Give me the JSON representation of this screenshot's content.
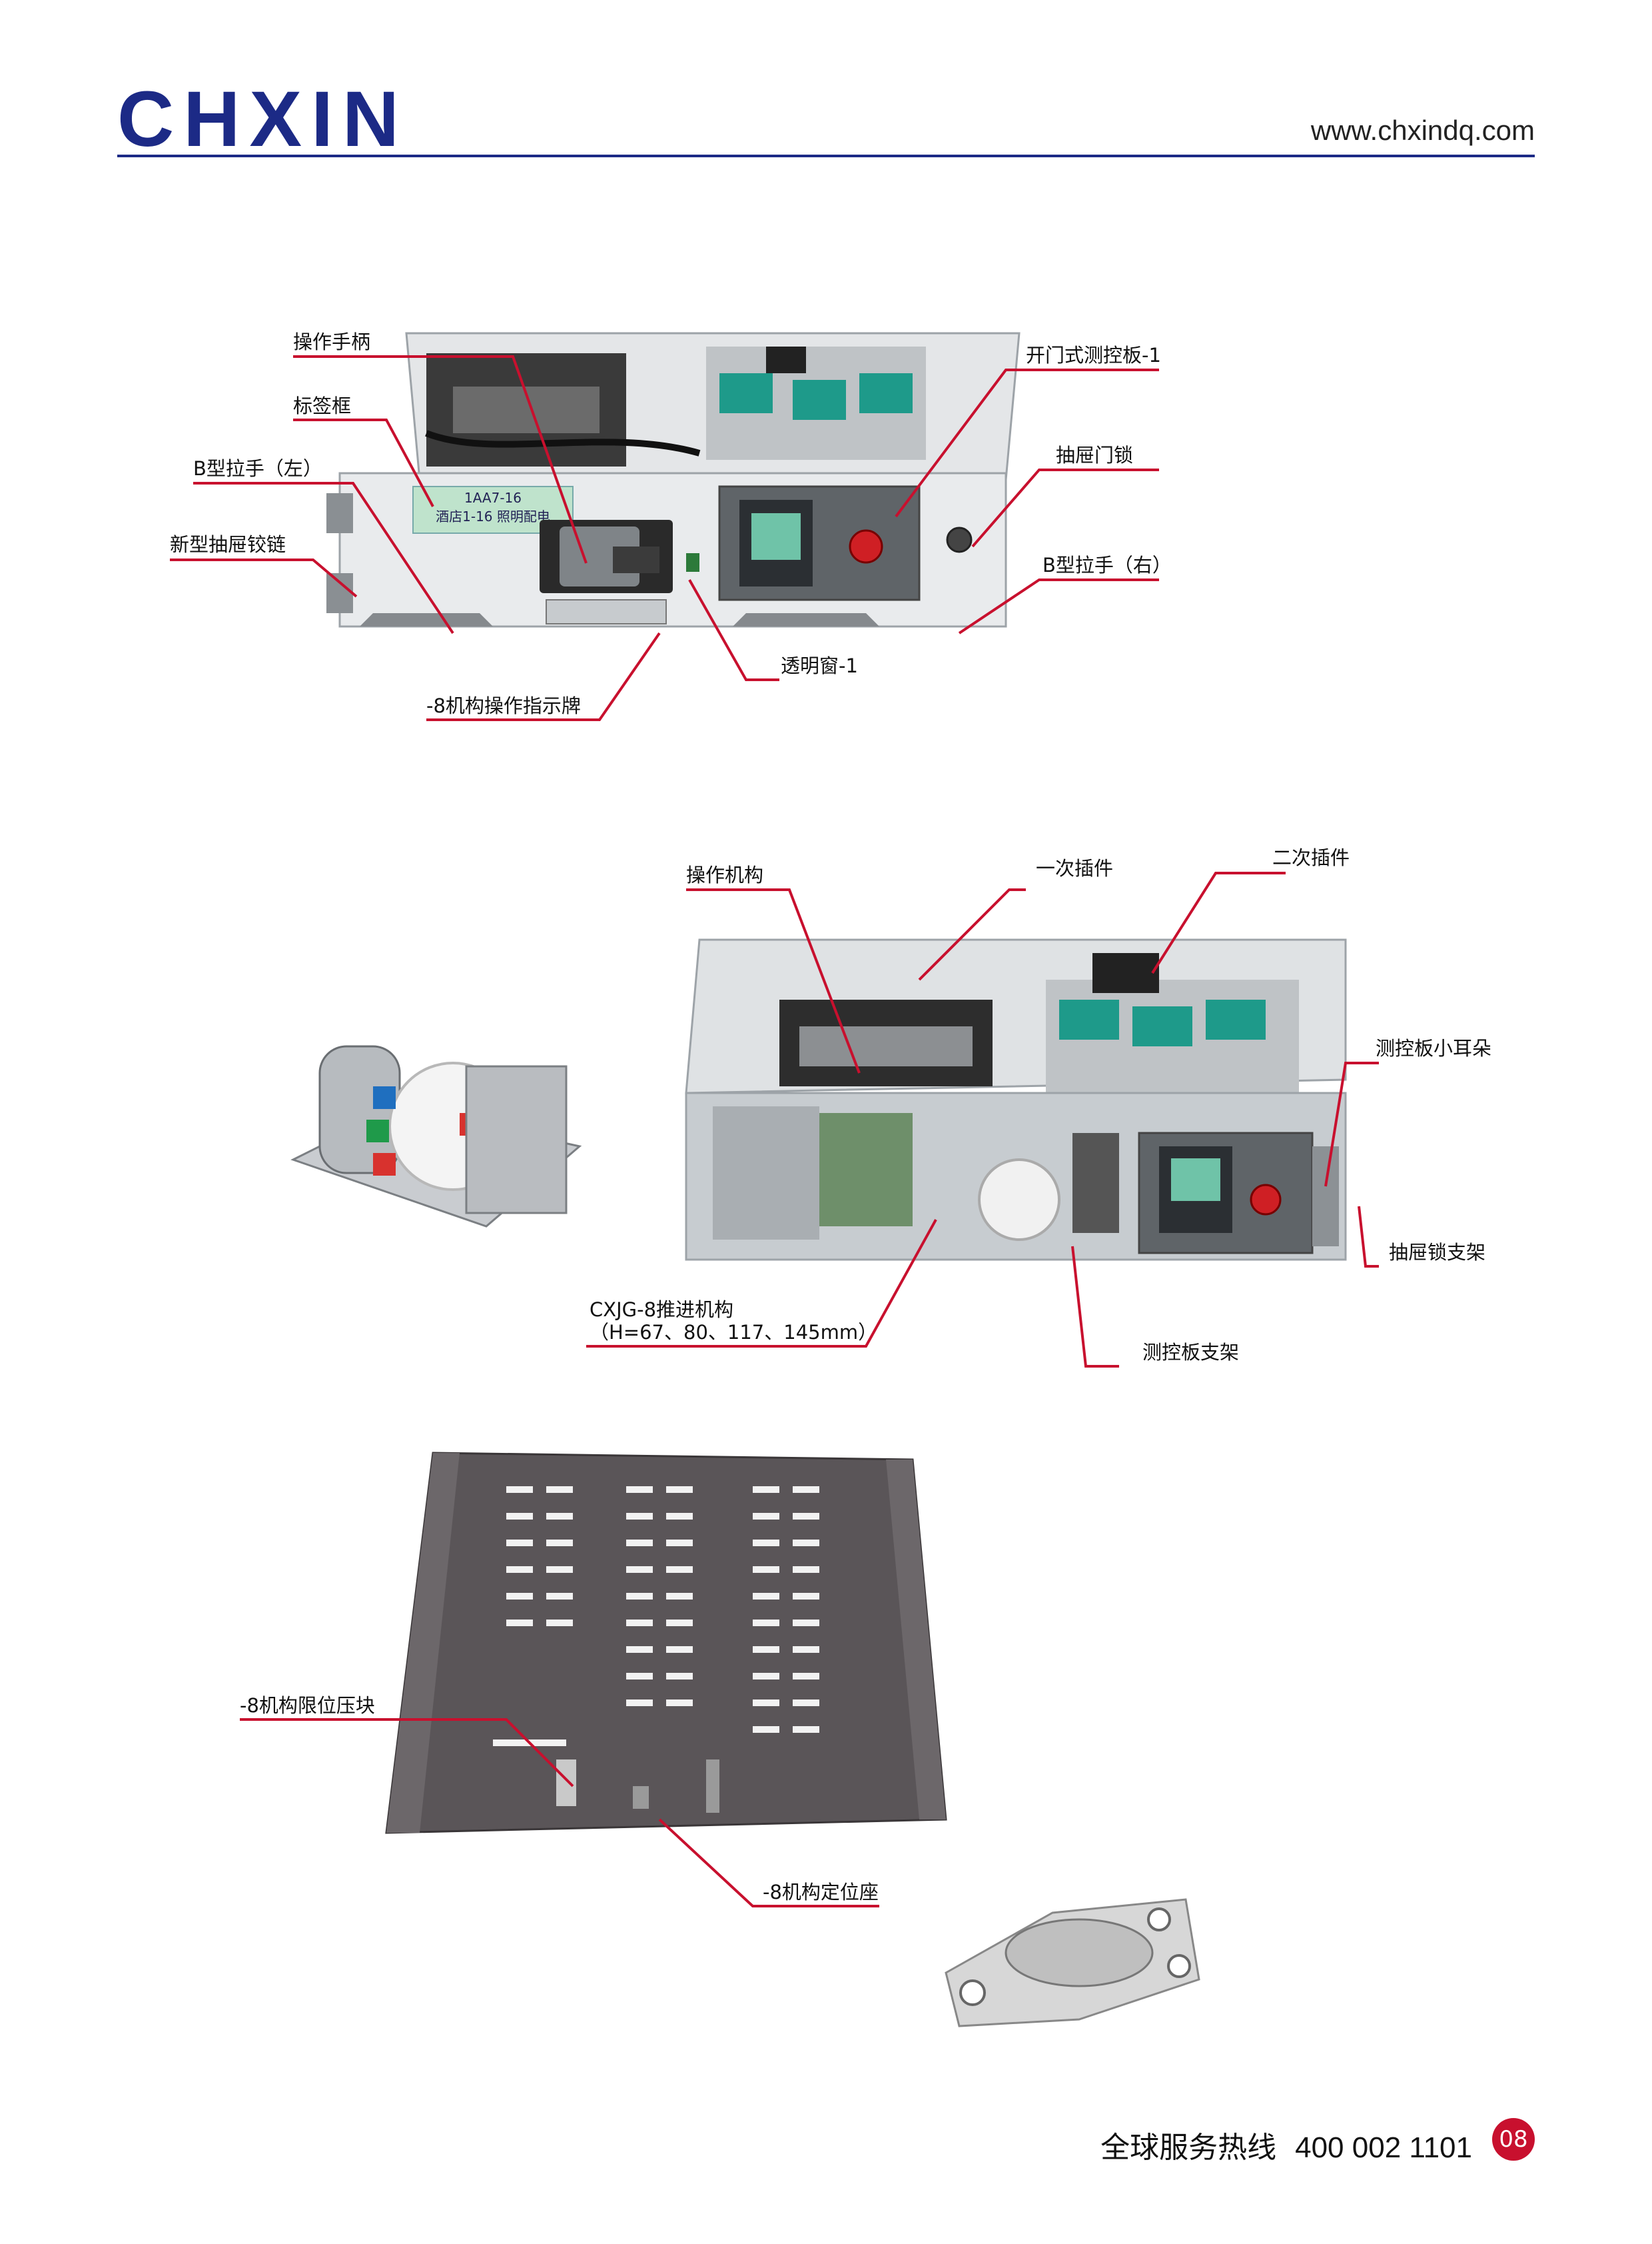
{
  "header": {
    "logo_text": "CHXIN",
    "website": "www.chxindq.com"
  },
  "figure1": {
    "labels": {
      "operating_handle": "操作手柄",
      "label_frame": "标签框",
      "b_handle_left": "B型拉手（左）",
      "new_hinge": "新型抽屉铰链",
      "open_door_panel": "开门式测控板-1",
      "drawer_lock": "抽屉门锁",
      "b_handle_right": "B型拉手（右）",
      "indicator_plate": "-8机构操作指示牌",
      "transparent_window": "透明窗-1"
    },
    "nameplate": "1AA7-16\n酒店1-16 照明配电"
  },
  "figure2": {
    "labels": {
      "operating_mechanism": "操作机构",
      "primary_plugin": "一次插件",
      "secondary_plugin": "二次插件",
      "panel_ear": "测控板小耳朵",
      "lock_bracket": "抽屉锁支架",
      "push_mechanism_line1": "CXJG-8推进机构",
      "push_mechanism_line2": "（H=67、80、117、145mm）",
      "panel_bracket": "测控板支架"
    }
  },
  "figure3": {
    "labels": {
      "limit_block": "-8机构限位压块",
      "positioning_seat": "-8机构定位座"
    }
  },
  "footer": {
    "hotline_label": "全球服务热线",
    "hotline_number": "400 002 1101",
    "page_number": "08"
  },
  "colors": {
    "brand_blue": "#1c2a86",
    "accent_red": "#c8102e"
  }
}
